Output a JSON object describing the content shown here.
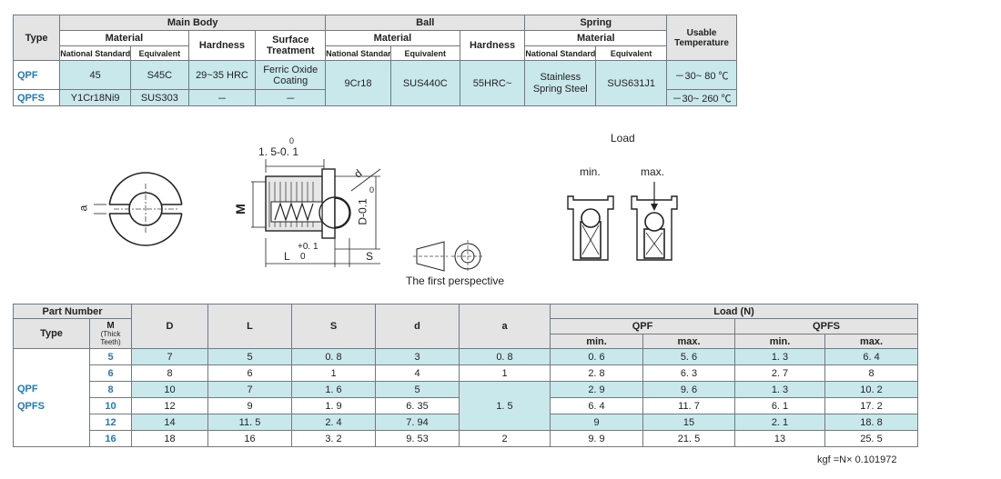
{
  "spec": {
    "headers": {
      "type": "Type",
      "main_body": "Main Body",
      "ball": "Ball",
      "spring": "Spring",
      "usable_temperature": "Usable Temperature",
      "material": "Material",
      "hardness": "Hardness",
      "surface_treatment": "Surface Treatment",
      "national_standard": "National Standard",
      "equivalent": "Equivalent"
    },
    "rows": [
      {
        "type": "QPF",
        "mb_national": "45",
        "mb_equivalent": "S45C",
        "mb_hardness": "29~35 HRC",
        "surface": "Ferric Oxide Coating",
        "temp": "－30~ 80 ℃"
      },
      {
        "type": "QPFS",
        "mb_national": "Y1Cr18Ni9",
        "mb_equivalent": "SUS303",
        "mb_hardness": "－",
        "surface": "－",
        "temp": "－30~ 260 ℃"
      }
    ],
    "ball": {
      "national": "9Cr18",
      "equivalent": "SUS440C",
      "hardness": "55HRC~"
    },
    "spring": {
      "national": "Stainless Spring Steel",
      "equivalent": "SUS631J1"
    }
  },
  "drawing": {
    "dim_tol_top": "0",
    "dim_15": "1. 5-0. 1",
    "dim_d": "d",
    "dim_D": "D-0.1",
    "dim_D0": "0",
    "dim_M": "M",
    "dim_L": "L",
    "dim_L_tol_top": "+0. 1",
    "dim_L_tol_bot": "0",
    "dim_S": "S",
    "dim_a": "a",
    "first_perspective": "The first perspective",
    "load": "Load",
    "min": "min.",
    "max": "max."
  },
  "parts": {
    "headers": {
      "part_number": "Part Number",
      "type": "Type",
      "m": "M",
      "m_sub1": "(Thick",
      "m_sub2": "Teeth)",
      "D": "D",
      "L": "L",
      "S": "S",
      "d": "d",
      "a": "a",
      "load": "Load (N)",
      "qpf": "QPF",
      "qpfs": "QPFS",
      "min": "min.",
      "max": "max."
    },
    "types": [
      "QPF",
      "QPFS"
    ],
    "rows": [
      {
        "m": "5",
        "D": "7",
        "L": "5",
        "S": "0. 8",
        "d": "3",
        "qpf_min": "0. 6",
        "qpf_max": "5. 6",
        "qpfs_min": "1. 3",
        "qpfs_max": "6. 4"
      },
      {
        "m": "6",
        "D": "8",
        "L": "6",
        "S": "1",
        "d": "4",
        "qpf_min": "2. 8",
        "qpf_max": "6. 3",
        "qpfs_min": "2. 7",
        "qpfs_max": "8"
      },
      {
        "m": "8",
        "D": "10",
        "L": "7",
        "S": "1. 6",
        "d": "5",
        "qpf_min": "2. 9",
        "qpf_max": "9. 6",
        "qpfs_min": "1. 3",
        "qpfs_max": "10. 2"
      },
      {
        "m": "10",
        "D": "12",
        "L": "9",
        "S": "1. 9",
        "d": "6. 35",
        "qpf_min": "6. 4",
        "qpf_max": "11. 7",
        "qpfs_min": "6. 1",
        "qpfs_max": "17. 2"
      },
      {
        "m": "12",
        "D": "14",
        "L": "11. 5",
        "S": "2. 4",
        "d": "7. 94",
        "qpf_min": "9",
        "qpf_max": "15",
        "qpfs_min": "2. 1",
        "qpfs_max": "18. 8"
      },
      {
        "m": "16",
        "D": "18",
        "L": "16",
        "S": "3. 2",
        "d": "9. 53",
        "qpf_min": "9. 9",
        "qpf_max": "21. 5",
        "qpfs_min": "13",
        "qpfs_max": "25. 5"
      }
    ],
    "a_values": {
      "r1": "0. 8",
      "r2": "1",
      "r3_5": "1. 5",
      "r6": "2"
    },
    "footnote": "kgf =N× 0.101972"
  }
}
